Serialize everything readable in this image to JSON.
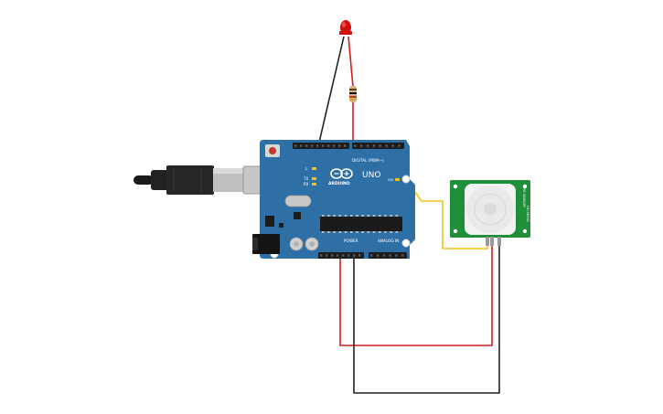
{
  "board": {
    "brand": "ARDUINO",
    "model": "UNO",
    "digital_header_label": "DIGITAL (PWM~)",
    "power_label": "POWER",
    "analog_label": "ANALOG IN",
    "led_l": "L",
    "led_tx": "TX",
    "led_rx": "RX",
    "on_label": "ON",
    "colors": {
      "pcb": "#2e6fa6",
      "header": "#1d1d1d"
    }
  },
  "pir": {
    "module_text": "PIR SENSOR",
    "module_text_2": "HC-SR501",
    "color": "#1f8f3a",
    "dome_color": "#e9e9e9"
  },
  "wires": {
    "red": "#d11f1f",
    "black": "#222222",
    "yellow": "#f2c21b"
  },
  "components": {
    "led_color": "#d01010",
    "resistor_color": "#d9b47a",
    "usb_color": "#bfbfbf"
  }
}
